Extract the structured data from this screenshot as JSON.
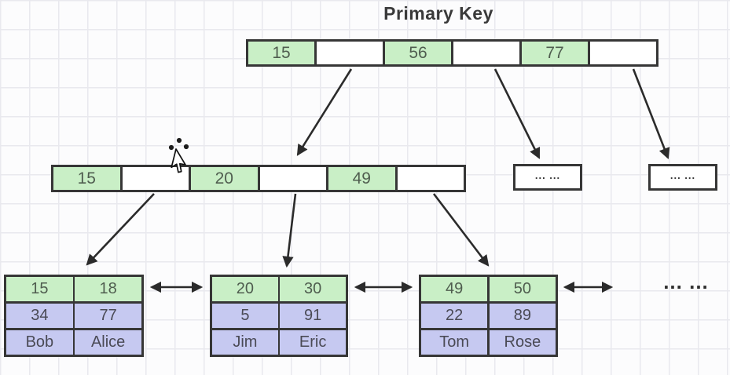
{
  "title": "Primary Key",
  "root_node": {
    "cells": [
      "15",
      "",
      "56",
      "",
      "77",
      ""
    ]
  },
  "internal_node": {
    "cells": [
      "15",
      "",
      "20",
      "",
      "49",
      ""
    ]
  },
  "overflow_nodes": [
    {
      "label": "... ..."
    },
    {
      "label": "... ..."
    }
  ],
  "leaf_tables": [
    {
      "rows": [
        [
          "15",
          "18"
        ],
        [
          "34",
          "77"
        ],
        [
          "Bob",
          "Alice"
        ]
      ]
    },
    {
      "rows": [
        [
          "20",
          "30"
        ],
        [
          "5",
          "91"
        ],
        [
          "Jim",
          "Eric"
        ]
      ]
    },
    {
      "rows": [
        [
          "49",
          "50"
        ],
        [
          "22",
          "89"
        ],
        [
          "Tom",
          "Rose"
        ]
      ]
    }
  ],
  "more_indicator": "... ...",
  "icons": {
    "cursor": "move-pointer-cursor",
    "arrows": "black-solid-arrows"
  },
  "colors": {
    "key_cell_green": "#c9efc6",
    "record_cell_lavender": "#c6c9f1",
    "node_border": "#363636",
    "arrow": "#2b2b2b",
    "text": "#4a4a4a",
    "grid_line": "#e9e9ee",
    "background": "#fcfcfd"
  }
}
